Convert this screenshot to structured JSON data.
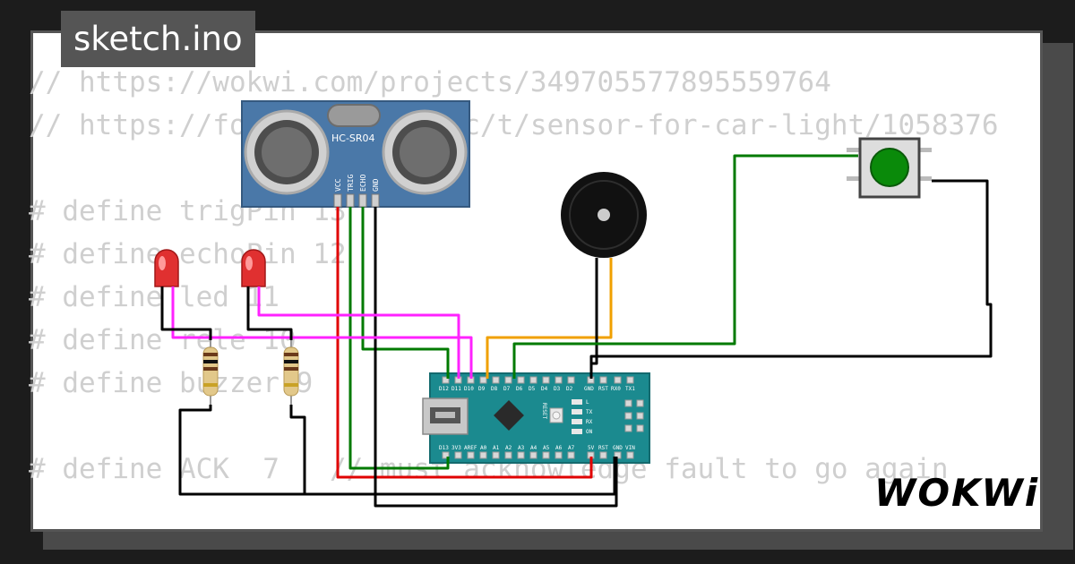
{
  "file_tab": {
    "label": "sketch.ino"
  },
  "code_lines": [
    "// https://wokwi.com/projects/349705577895559764",
    "// https://forum.arduino.cc/t/sensor-for-car-light/1058376",
    "",
    "# define trigPin 13",
    "# define echoPin 12",
    "# define led 11",
    "# define rele 10",
    "# define buzzer 9",
    "",
    "# define ACK  7   // must acknowledge fault to go again"
  ],
  "sensor": {
    "label": "HC-SR04",
    "pins": [
      "VCC",
      "TRIG",
      "ECHO",
      "GND"
    ]
  },
  "arduino": {
    "top_pins": [
      "D12",
      "D11",
      "D10",
      "D9",
      "D8",
      "D7",
      "D6",
      "D5",
      "D4",
      "D3",
      "D2",
      "GND",
      "RST",
      "RX0",
      "TX1"
    ],
    "bottom_pins": [
      "D13",
      "3V3",
      "AREF",
      "A0",
      "A1",
      "A2",
      "A3",
      "A4",
      "A5",
      "A6",
      "A7",
      "5V",
      "RST",
      "GND",
      "VIN"
    ],
    "reset_label": "RESET",
    "led_labels": [
      "L",
      "TX",
      "RX",
      "ON"
    ]
  },
  "brand": {
    "logo": "WOKWi"
  },
  "colors": {
    "wire_red": "#e00000",
    "wire_green": "#007a00",
    "wire_black": "#000000",
    "wire_magenta": "#ff22ff",
    "wire_orange": "#f0a000",
    "board": "#1b8a8f",
    "sensor_board": "#4a78a8"
  }
}
